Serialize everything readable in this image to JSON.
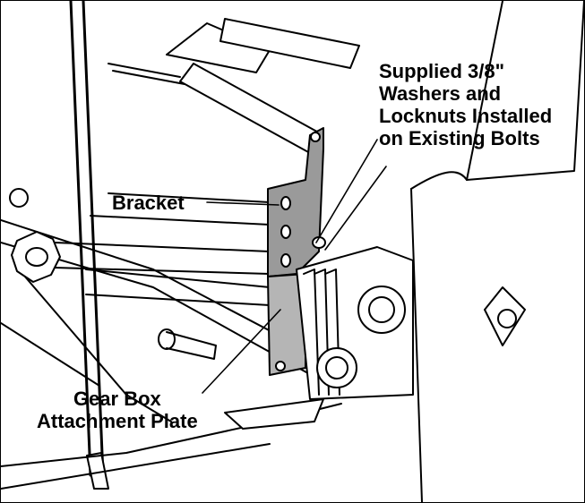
{
  "callouts": {
    "washers": {
      "lines": [
        "Supplied 3/8\"",
        "Washers and",
        "Locknuts Installed",
        "on Existing Bolts"
      ]
    },
    "bracket": {
      "text": "Bracket"
    },
    "plate": {
      "lines": [
        "Gear Box",
        "Attachment Plate"
      ]
    }
  },
  "colors": {
    "line": "#000000",
    "bracket_fill": "#9a9a9a",
    "plate_fill": "#b5b5b5",
    "background": "#ffffff"
  }
}
